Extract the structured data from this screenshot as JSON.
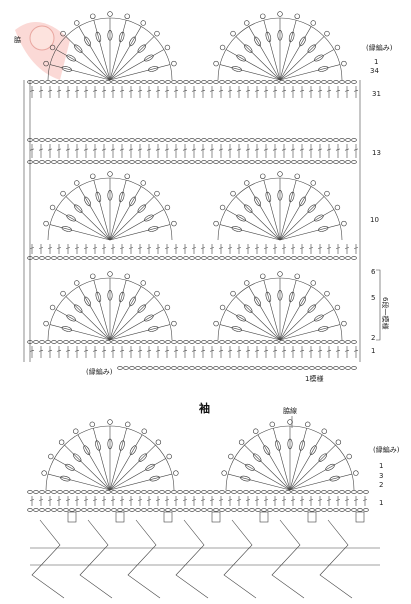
{
  "body_labels": {
    "edging_top": "(縁編み)",
    "edging_bottom": "(縁編み)",
    "row_34": "34",
    "row_31": "31",
    "row_13": "13",
    "row_10": "10",
    "row_6": "6",
    "row_5": "5",
    "row_2": "2",
    "row_1": "1",
    "row_1_top": "1",
    "repeat_note": "6段一模様",
    "pattern_unit": "1模様",
    "body_mark": "脇"
  },
  "sleeve": {
    "title": "袖",
    "mark": "脇線",
    "edging": "(縁編み)",
    "rows": [
      "1",
      "3",
      "2",
      "1"
    ]
  }
}
